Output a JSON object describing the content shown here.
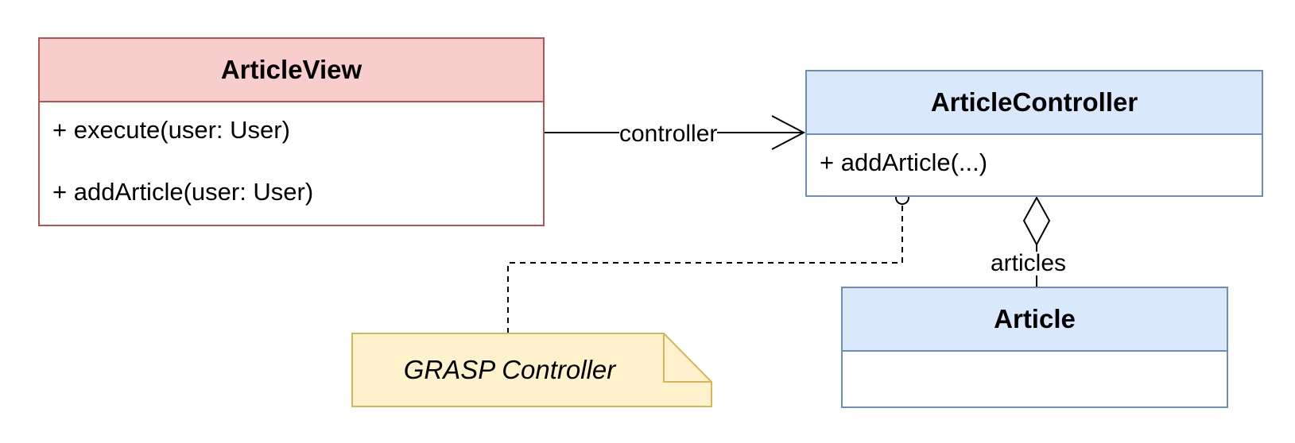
{
  "diagram": {
    "classes": {
      "article_view": {
        "name": "ArticleView",
        "operations": [
          "+ execute(user: User)",
          "+ addArticle(user: User)"
        ]
      },
      "article_controller": {
        "name": "ArticleController",
        "operations": [
          "+ addArticle(...)"
        ]
      },
      "article": {
        "name": "Article",
        "operations": []
      }
    },
    "relations": {
      "view_to_controller": {
        "label": "controller",
        "kind": "association-open-arrow"
      },
      "controller_to_article": {
        "label": "articles",
        "kind": "aggregation-diamond"
      },
      "note_link": {
        "kind": "dashed-note-link"
      }
    },
    "note": {
      "text": "GRASP Controller"
    },
    "colors": {
      "view_fill": "#f8cecc",
      "view_stroke": "#b85450",
      "class_fill": "#dae8fc",
      "class_stroke": "#6c8ebf",
      "note_fill": "#fff2cc",
      "note_stroke": "#d6b656"
    }
  }
}
